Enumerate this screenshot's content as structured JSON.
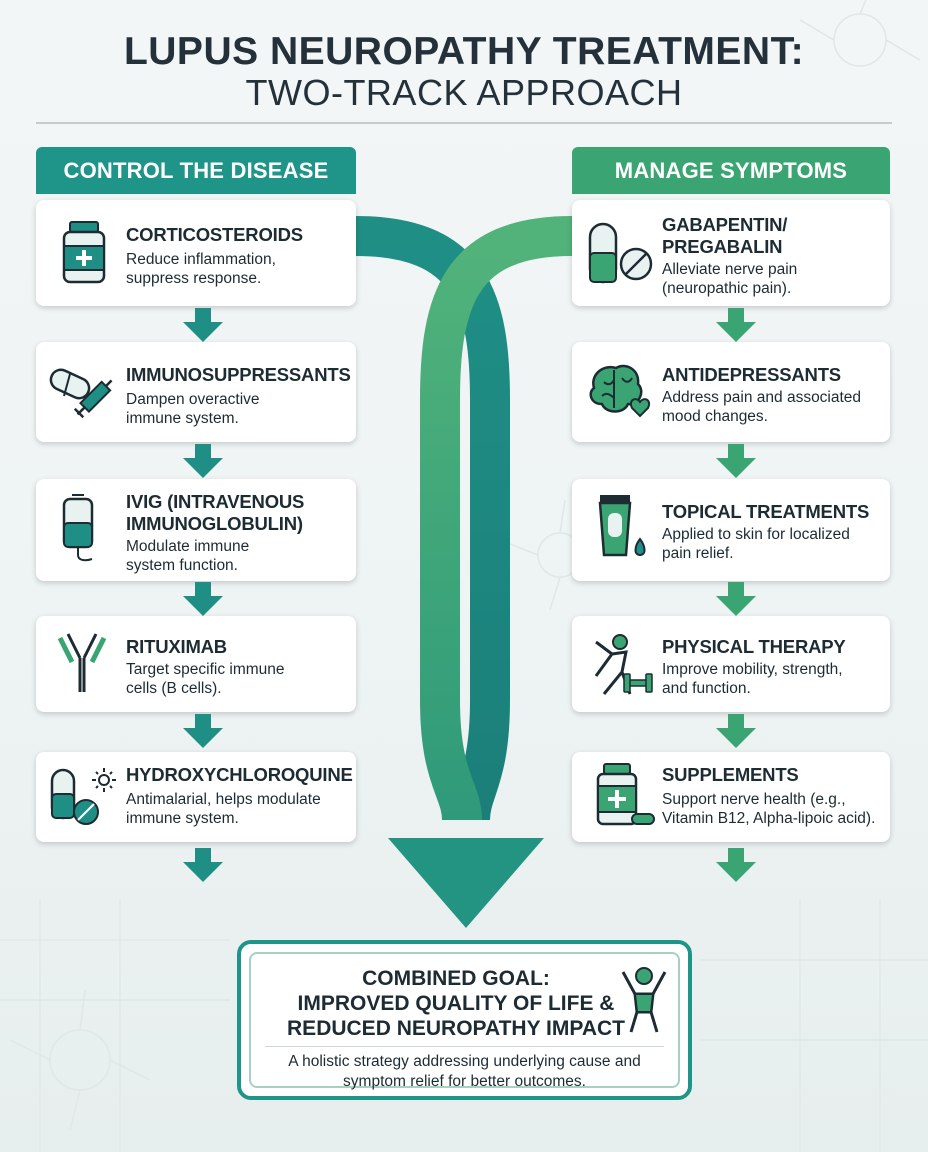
{
  "header": {
    "title_line1": "LUPUS NEUROPATHY TREATMENT:",
    "title_line2": "TWO-TRACK APPROACH"
  },
  "colors": {
    "teal": "#1f9488",
    "green": "#3aa572",
    "dark_text": "#1d2b33"
  },
  "left_track": {
    "header": "CONTROL THE DISEASE",
    "items": [
      {
        "icon": "medicine-bottle-icon",
        "title": "CORTICOSTEROIDS",
        "desc": "Reduce inflammation,\nsuppress response."
      },
      {
        "icon": "pill-syringe-icon",
        "title": "IMMUNOSUPPRESSANTS",
        "desc": "Dampen overactive\nimmune system."
      },
      {
        "icon": "iv-bag-icon",
        "title": "IVIG (INTRAVENOUS\nIMMUNOGLOBULIN)",
        "desc": "Modulate immune\nsystem function."
      },
      {
        "icon": "antibody-icon",
        "title": "RITUXIMAB",
        "desc": "Target specific immune\ncells (B cells)."
      },
      {
        "icon": "pill-sun-icon",
        "title": "HYDROXYCHLOROQUINE",
        "desc": "Antimalarial, helps modulate\nimmune system."
      }
    ]
  },
  "right_track": {
    "header": "MANAGE SYMPTOMS",
    "items": [
      {
        "icon": "capsule-tablet-icon",
        "title": "GABAPENTIN/\nPREGABALIN",
        "desc": "Alleviate nerve pain\n(neuropathic pain)."
      },
      {
        "icon": "brain-heart-icon",
        "title": "ANTIDEPRESSANTS",
        "desc": "Address pain and associated\nmood changes."
      },
      {
        "icon": "cream-tube-icon",
        "title": "TOPICAL TREATMENTS",
        "desc": "Applied to skin for localized\npain relief."
      },
      {
        "icon": "exercise-icon",
        "title": "PHYSICAL THERAPY",
        "desc": "Improve mobility, strength,\nand function."
      },
      {
        "icon": "supplement-bottle-icon",
        "title": "SUPPLEMENTS",
        "desc": "Support nerve health (e.g.,\nVitamin B12, Alpha-lipoic acid)."
      }
    ]
  },
  "goal": {
    "title": "COMBINED GOAL:\nIMPROVED QUALITY OF LIFE &\nREDUCED NEUROPATHY IMPACT",
    "desc": "A holistic strategy addressing underlying cause and\nsymptom relief for better outcomes.",
    "icon": "person-celebrating-icon"
  }
}
